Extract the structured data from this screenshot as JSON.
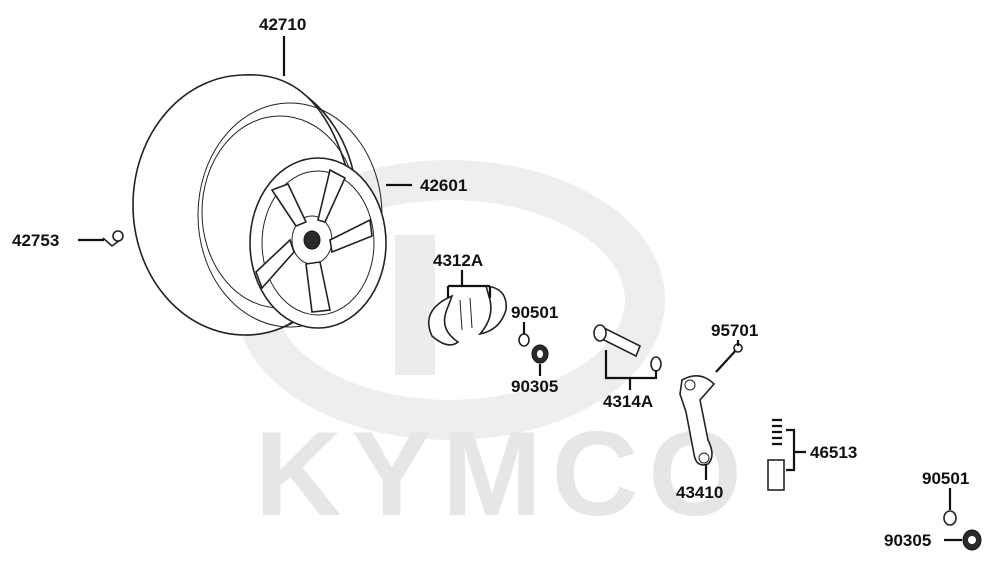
{
  "watermark": {
    "text": "KYMCO"
  },
  "callouts": {
    "tire": "42710",
    "rim": "42601",
    "valve": "42753",
    "brake_shoe": "4312A",
    "washer_left": "90501",
    "nut_left": "90305",
    "cam_shaft": "4314A",
    "bolt": "95701",
    "spring": "46513",
    "brake_arm": "43410",
    "washer_right": "90501",
    "nut_right": "90305"
  }
}
